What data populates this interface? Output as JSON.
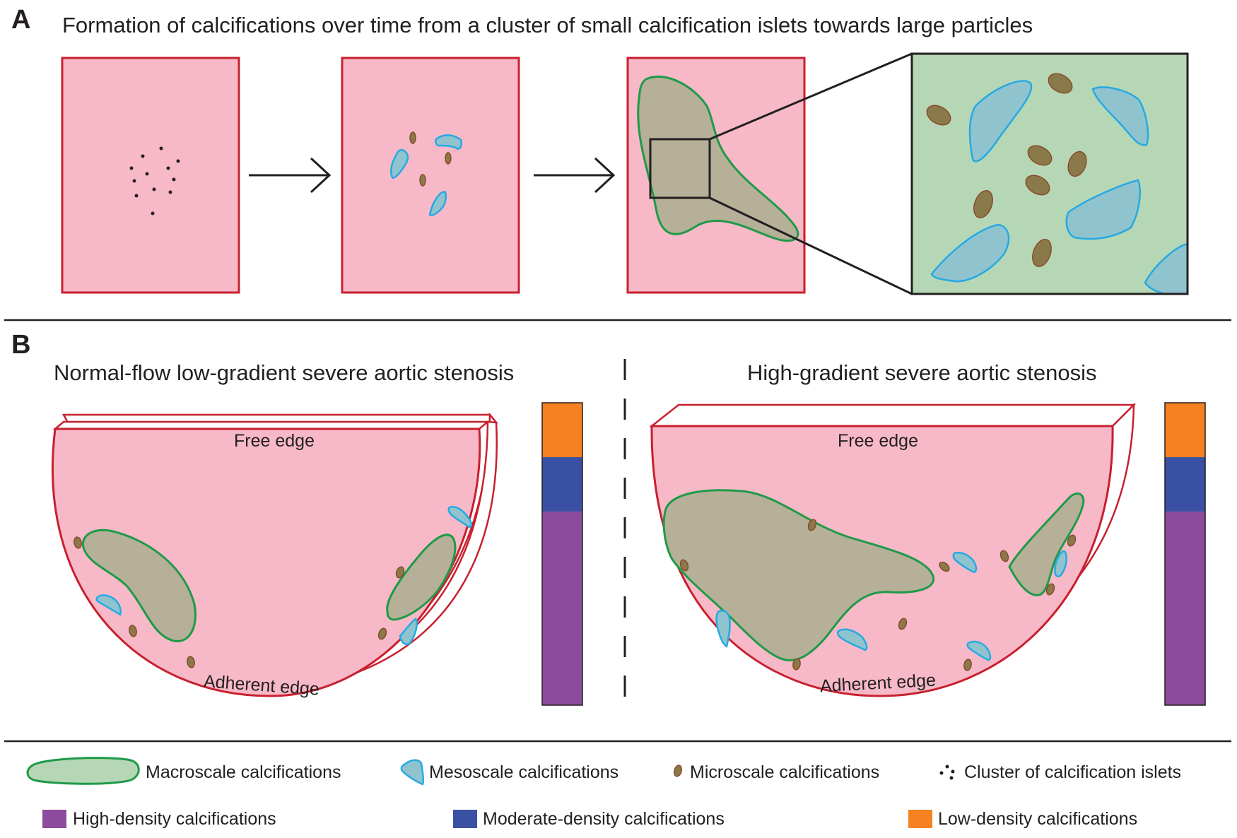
{
  "panel_a": {
    "letter": "A",
    "title": "Formation of calcifications over time from a cluster of small calcification islets towards large particles"
  },
  "panel_b": {
    "letter": "B",
    "left": {
      "title": "Normal-flow low-gradient severe aortic stenosis",
      "free_edge": "Free edge",
      "adherent_edge": "Adherent edge",
      "density_bar": {
        "low": 0.18,
        "moderate": 0.18,
        "high": 0.64
      }
    },
    "right": {
      "title": "High-gradient severe aortic stenosis",
      "free_edge": "Free edge",
      "adherent_edge": "Adherent edge",
      "density_bar": {
        "low": 0.18,
        "moderate": 0.18,
        "high": 0.64
      }
    }
  },
  "legend": {
    "macroscale": "Macroscale calcifications",
    "mesoscale": "Mesoscale calcifications",
    "microscale": "Microscale calcifications",
    "cluster": "Cluster of calcification islets",
    "high_density": "High-density calcifications",
    "moderate_density": "Moderate-density calcifications",
    "low_density": "Low-density calcifications"
  },
  "colors": {
    "tissue_pink": "#f7b9c8",
    "tissue_border": "#c8202f",
    "macro_fill": "#b6b098",
    "macro_border": "#1f9a48",
    "zoom_fill": "#b6d7b6",
    "meso_fill": "#8fc4cf",
    "meso_border": "#27a9e1",
    "micro_fill": "#8a7a4a",
    "micro_border": "#8b4a2b",
    "high_density": "#8c4b9c",
    "moderate_density": "#3a50a2",
    "low_density": "#f58220"
  }
}
